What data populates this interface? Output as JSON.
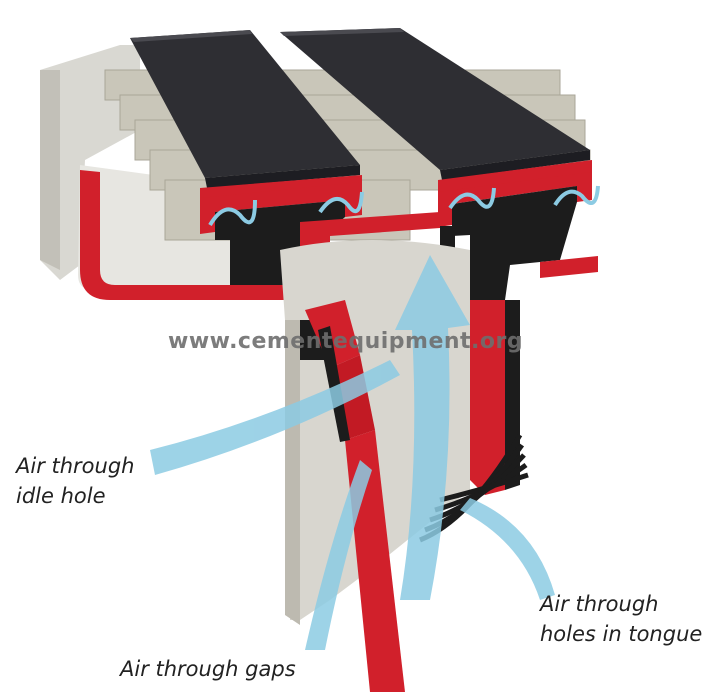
{
  "labels": {
    "idle_hole": [
      "Air through",
      "idle hole"
    ],
    "holes_in_tongue": [
      "Air through",
      "holes in tongue"
    ],
    "gaps": [
      "Air through gaps"
    ]
  },
  "watermark": "www.cementequipment.org",
  "colors": {
    "plate_top": "#2e2e33",
    "seal_red": "#d1202b",
    "beam_grey": "#c8c6ba",
    "dark": "#1c1c1c",
    "air_blue": "#8ccbe3"
  }
}
